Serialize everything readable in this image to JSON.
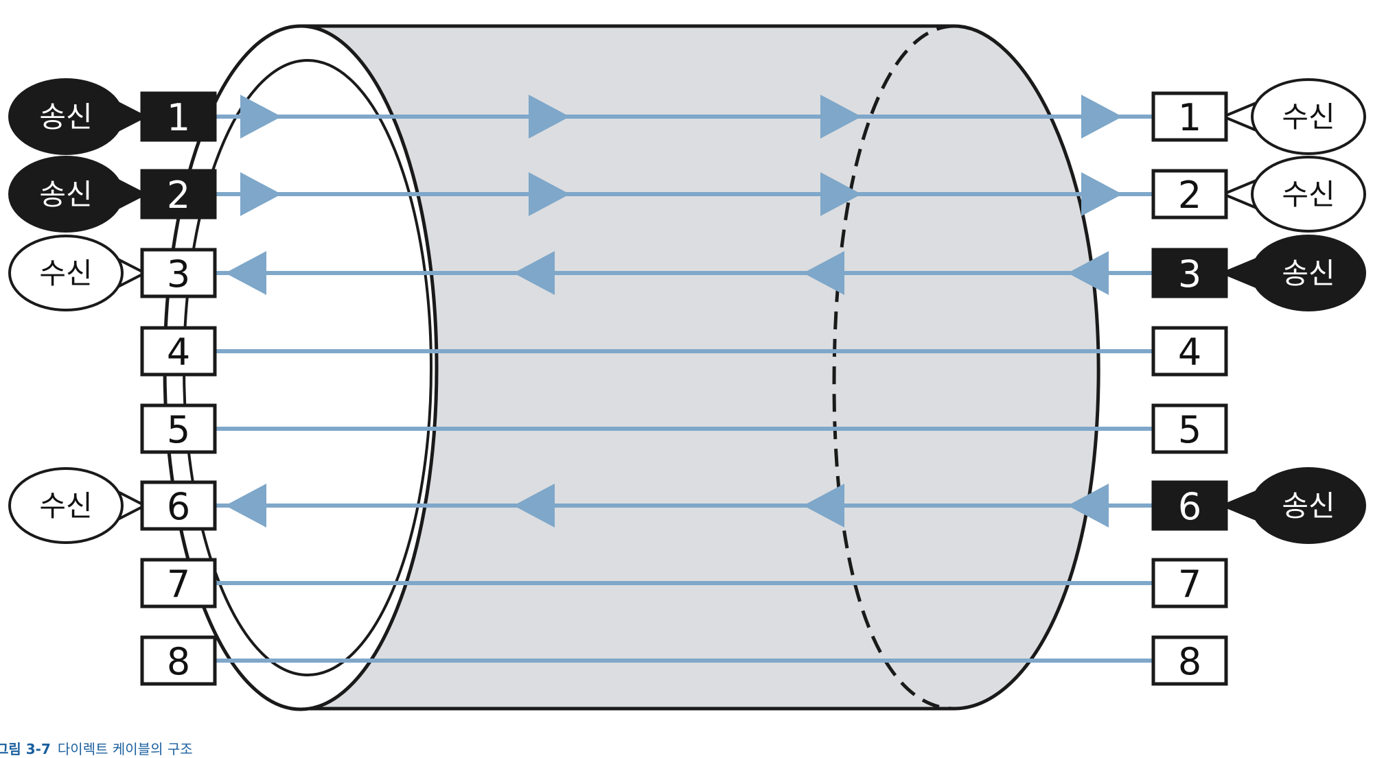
{
  "caption": {
    "figure_label": "그림 3-7",
    "title": "다이렉트 케이블의 구조"
  },
  "colors": {
    "wire": "#7ea7c9",
    "cable_fill": "#dcdde0",
    "outline": "#1a1a1a",
    "dark_fill": "#1a1a1a",
    "light_fill": "#ffffff",
    "caption_text": "#1a5f9e"
  },
  "left_pins": [
    {
      "num": "1",
      "role": "송신",
      "kind": "send"
    },
    {
      "num": "2",
      "role": "송신",
      "kind": "send"
    },
    {
      "num": "3",
      "role": "수신",
      "kind": "recv"
    },
    {
      "num": "4",
      "role": "",
      "kind": "none"
    },
    {
      "num": "5",
      "role": "",
      "kind": "none"
    },
    {
      "num": "6",
      "role": "수신",
      "kind": "recv"
    },
    {
      "num": "7",
      "role": "",
      "kind": "none"
    },
    {
      "num": "8",
      "role": "",
      "kind": "none"
    }
  ],
  "right_pins": [
    {
      "num": "1",
      "role": "수신",
      "kind": "recv"
    },
    {
      "num": "2",
      "role": "수신",
      "kind": "recv"
    },
    {
      "num": "3",
      "role": "송신",
      "kind": "send"
    },
    {
      "num": "4",
      "role": "",
      "kind": "none"
    },
    {
      "num": "5",
      "role": "",
      "kind": "none"
    },
    {
      "num": "6",
      "role": "송신",
      "kind": "send"
    },
    {
      "num": "7",
      "role": "",
      "kind": "none"
    },
    {
      "num": "8",
      "role": "",
      "kind": "none"
    }
  ],
  "wires": [
    {
      "pin": "1",
      "direction": "left-to-right"
    },
    {
      "pin": "2",
      "direction": "left-to-right"
    },
    {
      "pin": "3",
      "direction": "right-to-left"
    },
    {
      "pin": "4",
      "direction": "none"
    },
    {
      "pin": "5",
      "direction": "none"
    },
    {
      "pin": "6",
      "direction": "right-to-left"
    },
    {
      "pin": "7",
      "direction": "none"
    },
    {
      "pin": "8",
      "direction": "none"
    }
  ]
}
